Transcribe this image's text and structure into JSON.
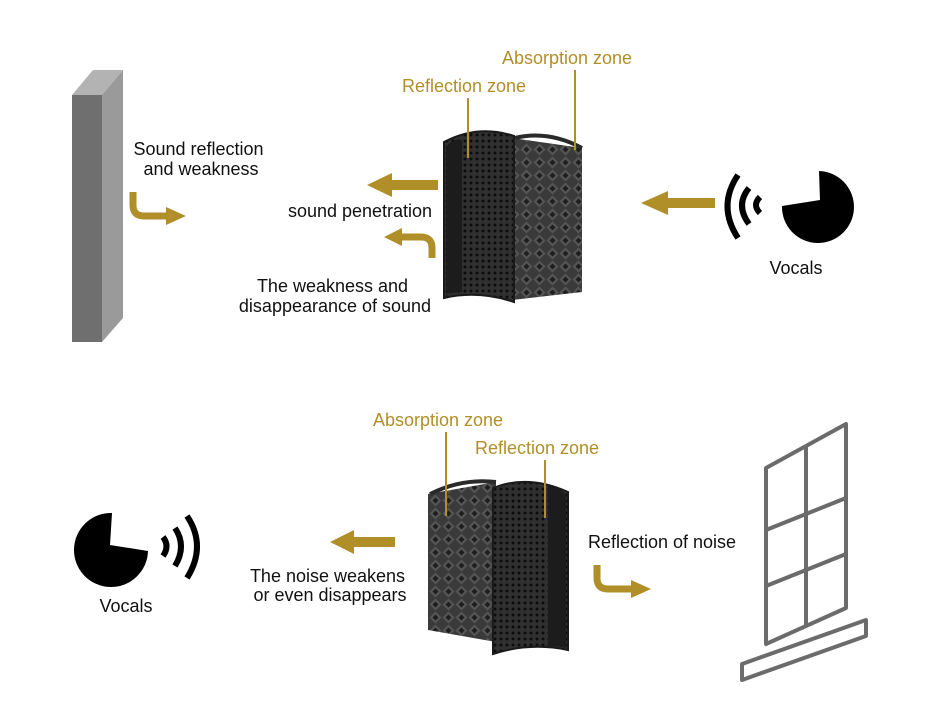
{
  "colors": {
    "accent_gold": "#b18f28",
    "label_dark": "#111111",
    "wall_gray": "#7d7d7d",
    "panel_dark": "#2b2b2b"
  },
  "top_scene": {
    "wall_label": [
      "Sound reflection",
      "and weakness"
    ],
    "penetration_label": "sound penetration",
    "weakness_label": [
      "The weakness and",
      "disappearance of sound"
    ],
    "reflection_zone_label": "Reflection zone",
    "absorption_zone_label": "Absorption zone",
    "vocals_label": "Vocals"
  },
  "bottom_scene": {
    "absorption_zone_label": "Absorption zone",
    "reflection_zone_label": "Reflection zone",
    "noise_weakens_label": [
      "The noise weakens",
      "or even disappears"
    ],
    "reflection_noise_label": "Reflection of noise",
    "vocals_label": "Vocals"
  }
}
